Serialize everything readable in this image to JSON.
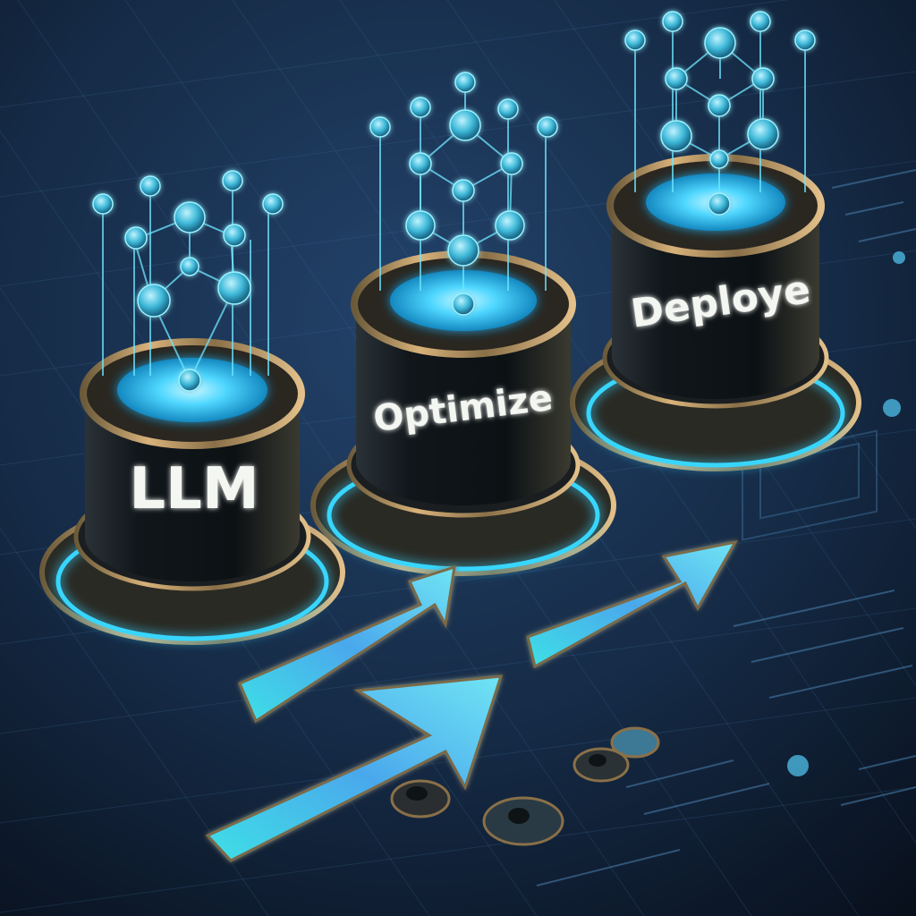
{
  "scene": {
    "stages": [
      {
        "label": "LLM"
      },
      {
        "label": "Optimize"
      },
      {
        "label": "Deploye"
      }
    ]
  },
  "colors": {
    "background_dark": "#0b1626",
    "background_light": "#1e3a5e",
    "glow": "#38d6ff",
    "metal_rim": "#c9a36b",
    "cylinder_body": "#141c22"
  }
}
